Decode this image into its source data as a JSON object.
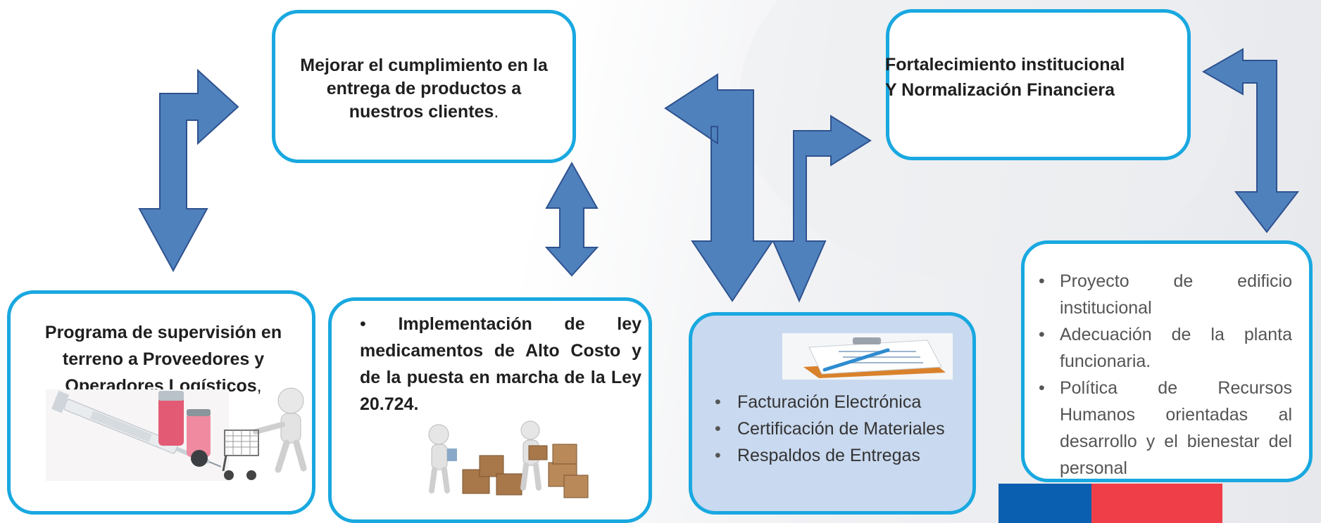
{
  "boxes": {
    "top_center": {
      "title": "Mejorar el cumplimiento en la entrega de productos a nuestros clientes",
      "suffix": "."
    },
    "top_right": {
      "line1": "Fortalecimiento institucional",
      "line2": "Y Normalización Financiera"
    },
    "bottom_left": {
      "title": "Programa de supervisión en terreno a Proveedores y Operadores Logísticos",
      "suffix": ","
    },
    "bottom_mid": {
      "bullet": "•",
      "title": "Implementación de ley medicamentos de Alto Costo y de la puesta en marcha de la Ley 20.724."
    },
    "bottom_blue": {
      "items": [
        "Facturación Electrónica",
        "Certificación de Materiales",
        "Respaldos de Entregas"
      ]
    },
    "bottom_right": {
      "items": [
        "Proyecto de edificio institucional",
        "Adecuación de la planta funcionaria.",
        "Política de Recursos Humanos orientadas al desarrollo y el bienestar del personal"
      ]
    }
  },
  "icons": {
    "medical": "syringe-vials-icon",
    "cart": "shopping-cart-figure-icon",
    "boxes": "workers-boxes-icon",
    "clipboard": "clipboard-pen-icon"
  },
  "colors": {
    "border": "#19a8e0",
    "arrow_fill": "#4f81bd",
    "arrow_stroke": "#2f528f",
    "blue_box": "#c9d9ef",
    "flag_blue": "#0b5fb0",
    "flag_red": "#ef3e48"
  }
}
